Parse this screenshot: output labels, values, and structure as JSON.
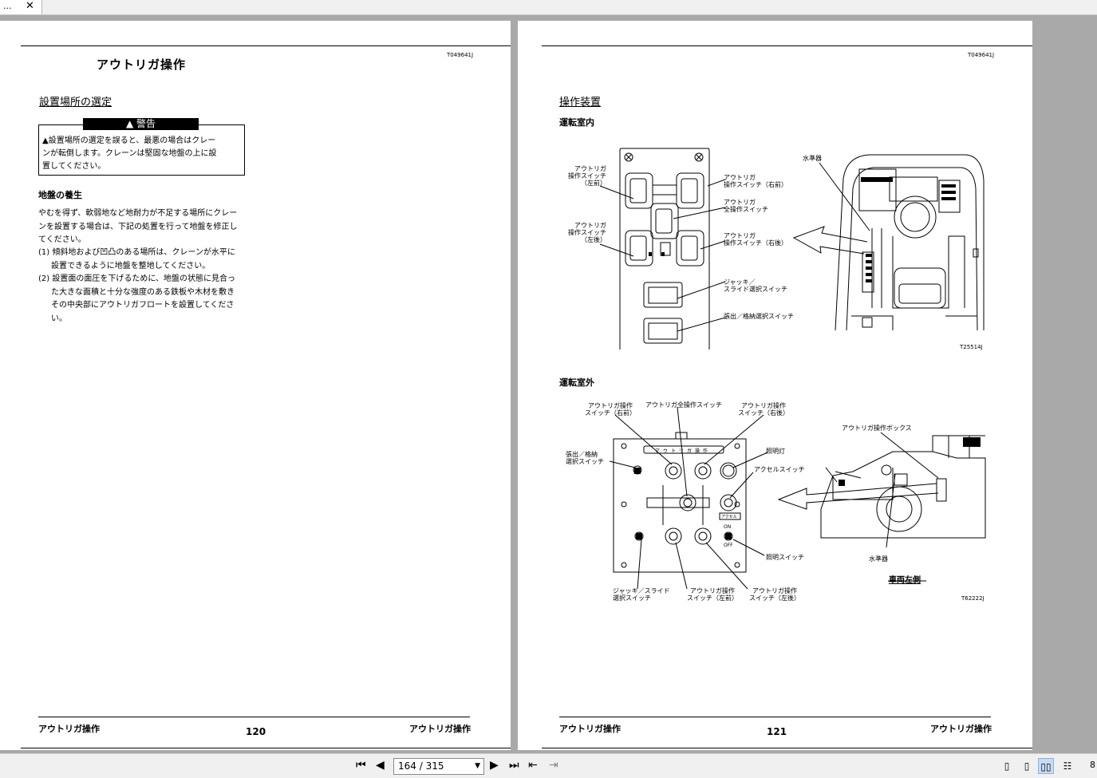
{
  "tab": {
    "title": "...",
    "close": "✕"
  },
  "left_page": {
    "code": "T049641J",
    "title": "アウトリガ操作",
    "section": "設置場所の選定",
    "warning_label": "警告",
    "warning_lines": [
      "設置場所の選定を誤ると、最悪の場合はクレー",
      "ンが転倒します。クレーンは堅固な地盤の上に設",
      "置してください。"
    ],
    "sub": "地盤の養生",
    "paragraph": [
      "やむを得ず、軟弱地など地耐力が不足する場所にクレー",
      "ンを設置する場合は、下記の処置を行って地盤を修正し",
      "てください。"
    ],
    "items": [
      [
        "(1) 傾斜地および凹凸のある場所は、クレーンが水平に",
        "設置できるように地盤を整地してください。"
      ],
      [
        "(2) 設置面の面圧を下げるために、地盤の状態に見合っ",
        "た大きな面積と十分な強度のある鉄板や木材を敷き",
        "その中央部にアウトリガフロートを設置してくださ",
        "い。"
      ]
    ],
    "footer_left": "アウトリガ操作",
    "page_number": "120",
    "footer_right": "アウトリガ操作"
  },
  "right_page": {
    "code": "T049641J",
    "section": "操作装置",
    "cab_in": "運転室内",
    "cab_out": "運転室外",
    "fig1_code": "T25514J",
    "fig2_code": "T62222J",
    "fig1_labels": {
      "outrigger_front_left": [
        "アウトリガ",
        "操作スイッチ",
        "（左前）"
      ],
      "outrigger_front_right": [
        "アウトリガ",
        "操作スイッチ（右前）"
      ],
      "outrigger_all": [
        "アウトリガ",
        "全操作スイッチ"
      ],
      "outrigger_rear_left": [
        "アウトリガ",
        "操作スイッチ",
        "（左後）"
      ],
      "outrigger_rear_right": [
        "アウトリガ",
        "操作スイッチ（右後）"
      ],
      "jack_slide": [
        "ジャッキ／",
        "スライド選択スイッチ"
      ],
      "extend_retract": "張出／格納選択スイッチ",
      "level": "水準器"
    },
    "fig2_labels": {
      "or_front_right": [
        "アウトリガ操作",
        "スイッチ（右前）"
      ],
      "or_all": "アウトリガ全操作スイッチ",
      "or_rear_right": [
        "アウトリガ操作",
        "スイッチ（右後）"
      ],
      "extend_select": [
        "張出／格納",
        "選択スイッチ"
      ],
      "light": "照明灯",
      "accel": "アクセルスイッチ",
      "light_switch": "照明スイッチ",
      "jack_slide": [
        "ジャッキ／スライド",
        "選択スイッチ"
      ],
      "or_front_left": [
        "アウトリガ操作",
        "スイッチ（左前）"
      ],
      "or_rear_left": [
        "アウトリガ操作",
        "スイッチ（左後）"
      ],
      "box": "アウトリガ操作ボックス",
      "level": "水準器",
      "vehicle_left": "車両左側",
      "panel_title": "アウトリガ操作",
      "on": "ON",
      "off": "OFF",
      "accel_tag": "アクセル"
    },
    "footer_left": "アウトリガ操作",
    "page_number": "121",
    "footer_right": "アウトリガ操作"
  },
  "toolbar": {
    "page_input": "164 / 315",
    "zoom_partial": "8"
  }
}
